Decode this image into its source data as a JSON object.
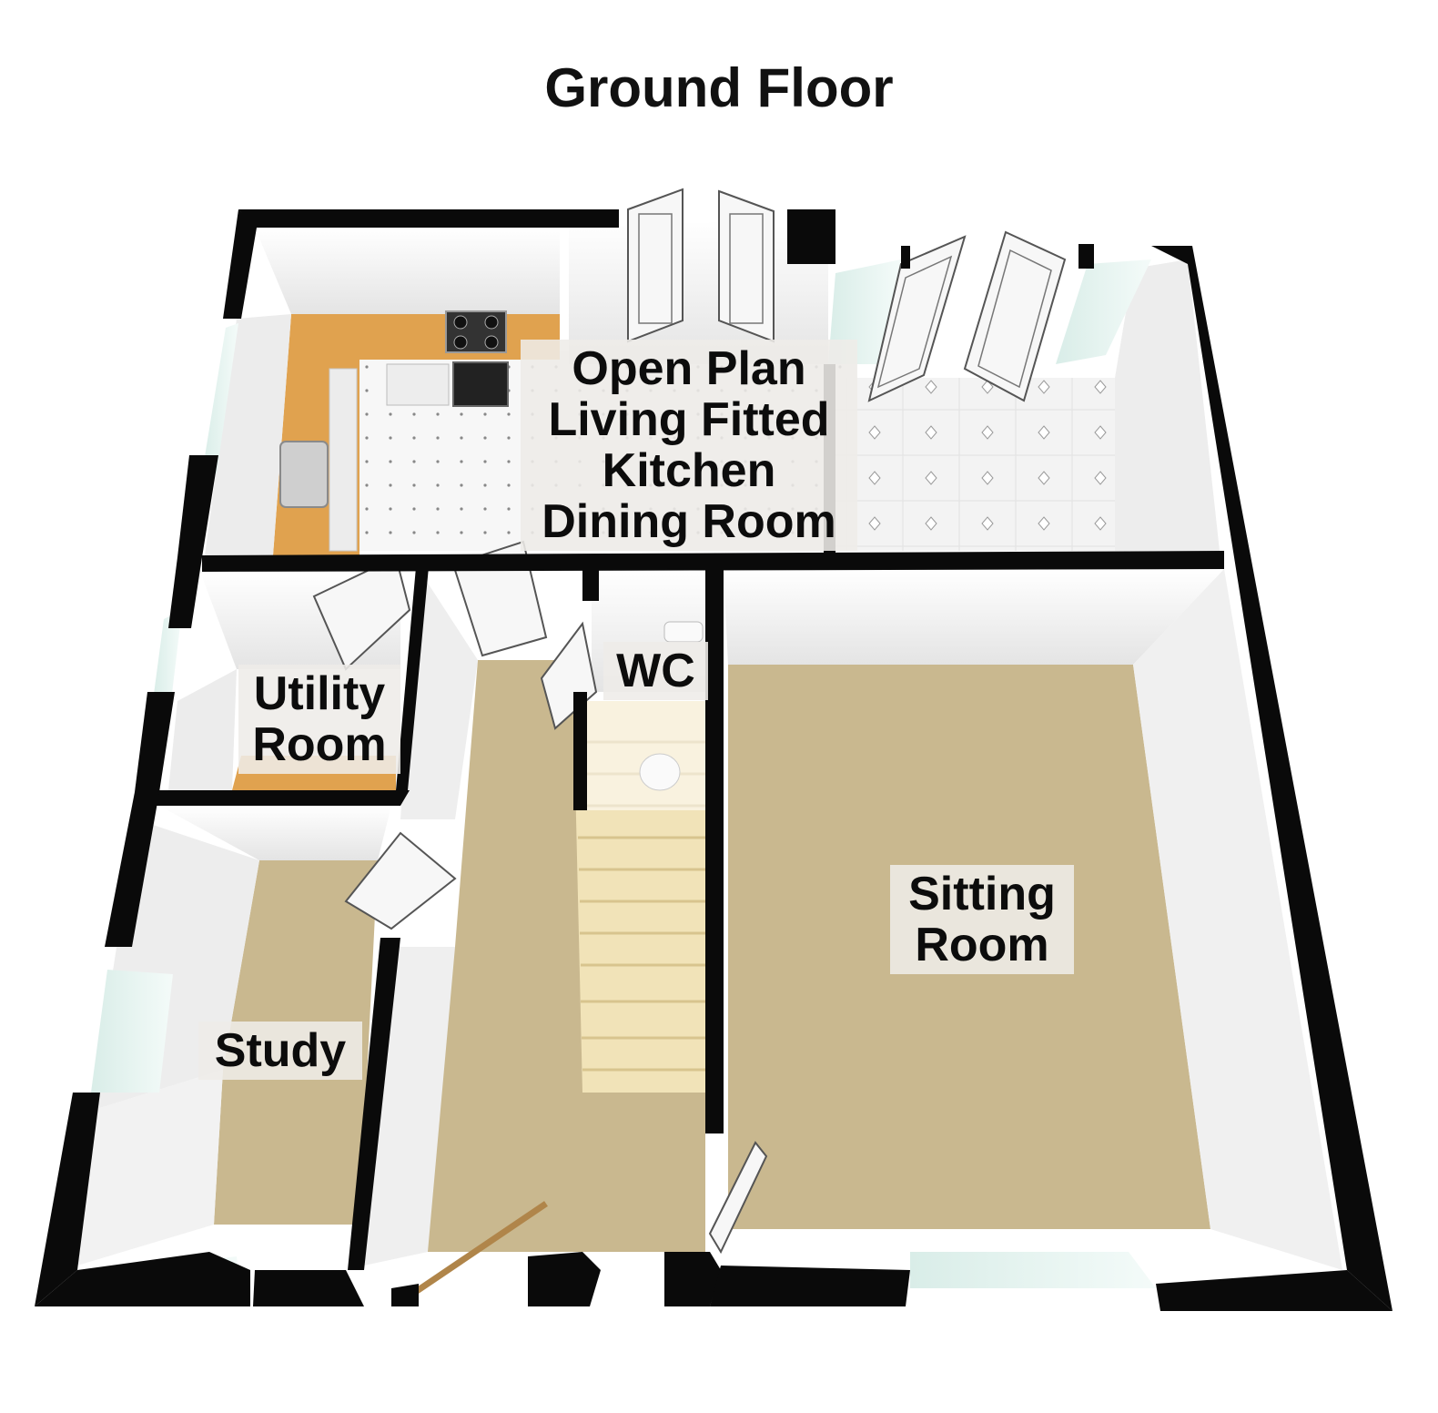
{
  "title": "Ground Floor",
  "rooms": {
    "kitchen": [
      "Open Plan",
      "Living Fitted",
      "Kitchen",
      "Dining Room"
    ],
    "utility": [
      "Utility",
      "Room"
    ],
    "wc": [
      "WC"
    ],
    "study": [
      "Study"
    ],
    "sitting": [
      "Sitting",
      "Room"
    ]
  },
  "colors": {
    "wall": "#0a0a0a",
    "wall_face": "#f4f4f4",
    "carpet": "#c9b88f",
    "kitchen_worktop": "#e0a24f",
    "tile": "#f2f2f2",
    "window_glass": "#cfe6e0"
  }
}
